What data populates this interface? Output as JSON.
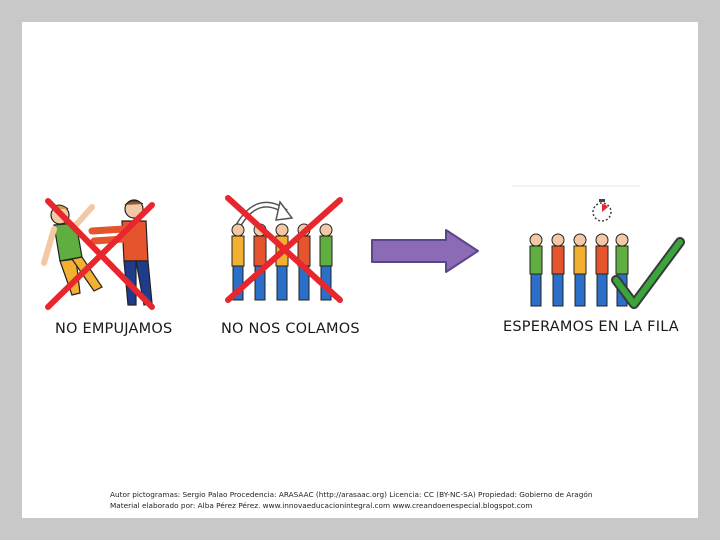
{
  "slide": {
    "items": [
      {
        "caption": "NO EMPUJAMOS",
        "icon": "pushing-crossed-out-icon"
      },
      {
        "caption": "NO NOS COLAMOS",
        "icon": "cutting-line-crossed-out-icon"
      },
      {
        "caption": "ESPERAMOS EN LA FILA",
        "icon": "waiting-in-line-checkmark-icon"
      }
    ],
    "arrow_icon": "right-arrow-icon",
    "credits": {
      "line1": "Autor pictogramas: Sergio Palao Procedencia: ARASAAC (http://arasaac.org) Licencia: CC (BY-NC-SA) Propiedad: Gobierno de Aragón",
      "line2": "Material elaborado por: Alba Pérez Pérez. www.innovaeducacionintegral.com www.creandoenespecial.blogspot.com"
    },
    "colors": {
      "cross": "#e8262e",
      "check": "#3aa53a",
      "arrow": "#8b6bb6",
      "arrow_stroke": "#5a4785"
    }
  }
}
